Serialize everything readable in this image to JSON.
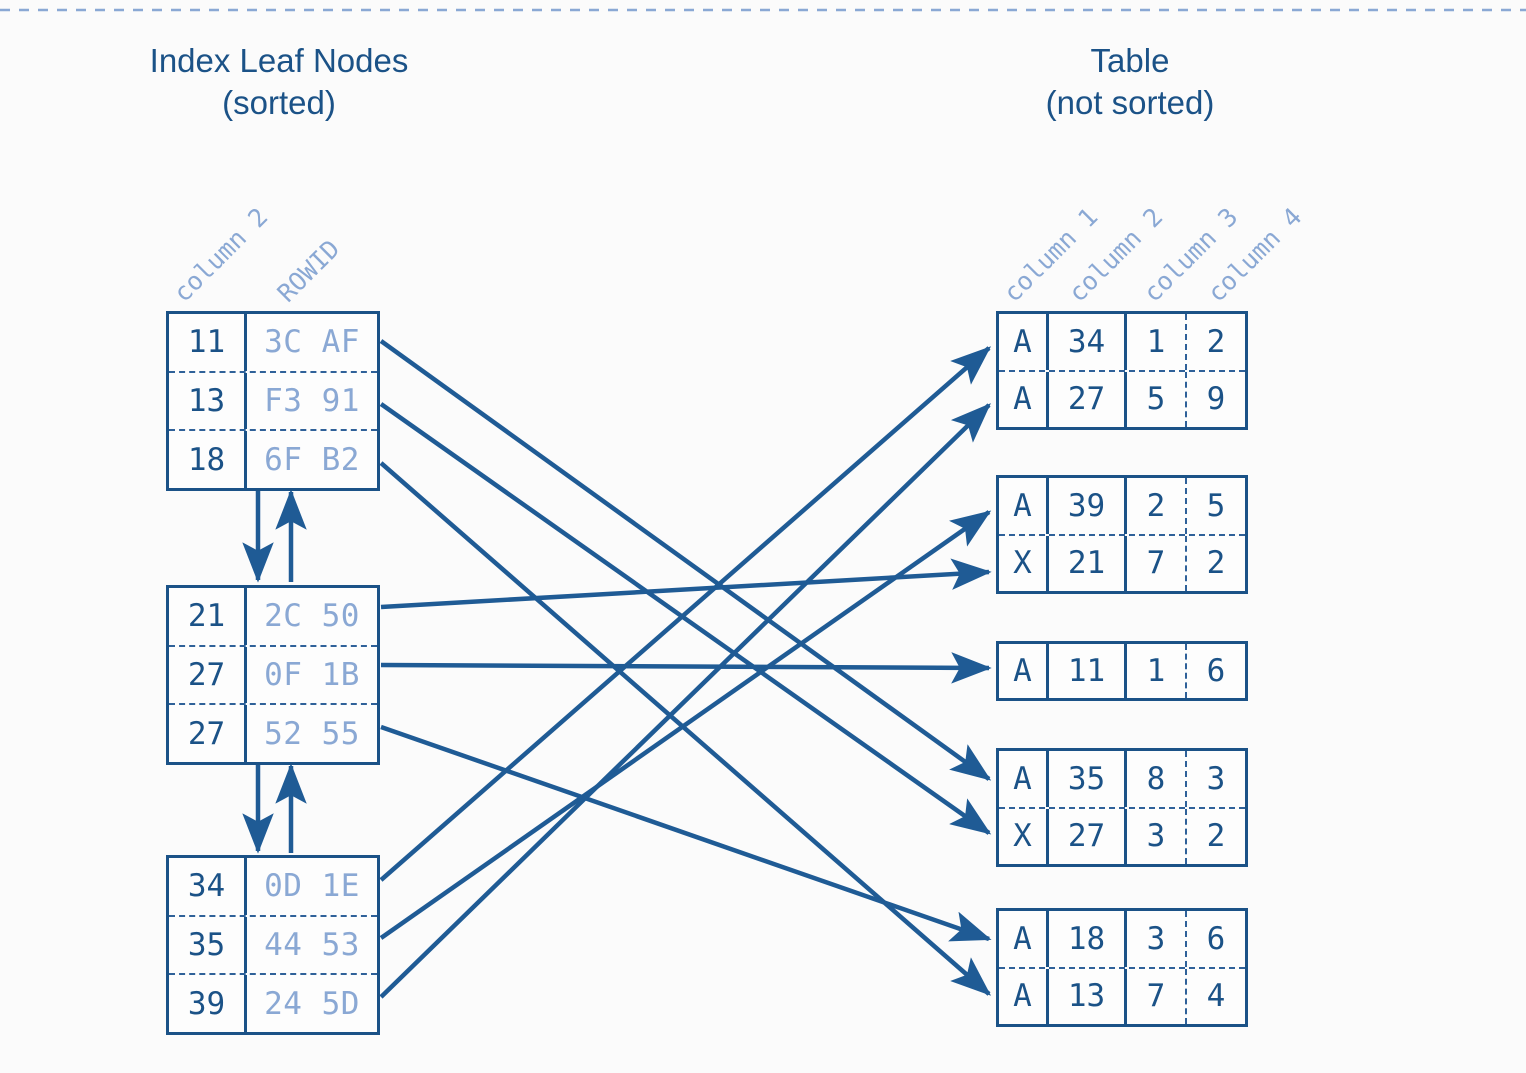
{
  "diagram": {
    "title_left": "Index Leaf Nodes\n(sorted)",
    "title_right": "Table\n(not sorted)",
    "colors": {
      "dark_blue": "#1b5287",
      "light_blue": "#8aa8d4",
      "background": "#fbfbfb",
      "line": "#1f5b95"
    },
    "top_rule": "dashed"
  },
  "index": {
    "column_labels": [
      "column 2",
      "ROWID"
    ],
    "blocks": [
      {
        "rows": [
          {
            "key": "11",
            "rowid": "3C AF"
          },
          {
            "key": "13",
            "rowid": "F3 91"
          },
          {
            "key": "18",
            "rowid": "6F B2"
          }
        ]
      },
      {
        "rows": [
          {
            "key": "21",
            "rowid": "2C 50"
          },
          {
            "key": "27",
            "rowid": "0F 1B"
          },
          {
            "key": "27",
            "rowid": "52 55"
          }
        ]
      },
      {
        "rows": [
          {
            "key": "34",
            "rowid": "0D 1E"
          },
          {
            "key": "35",
            "rowid": "44 53"
          },
          {
            "key": "39",
            "rowid": "24 5D"
          }
        ]
      }
    ],
    "links": [
      {
        "from_block": 0,
        "to_block": 1,
        "direction": "both"
      },
      {
        "from_block": 1,
        "to_block": 2,
        "direction": "both"
      }
    ]
  },
  "table": {
    "column_labels": [
      "column 1",
      "column 2",
      "column 3",
      "column 4"
    ],
    "blocks": [
      {
        "rows": [
          {
            "c1": "A",
            "c2": "34",
            "c3": "1",
            "c4": "2"
          },
          {
            "c1": "A",
            "c2": "27",
            "c3": "5",
            "c4": "9"
          }
        ]
      },
      {
        "rows": [
          {
            "c1": "A",
            "c2": "39",
            "c3": "2",
            "c4": "5"
          },
          {
            "c1": "X",
            "c2": "21",
            "c3": "7",
            "c4": "2"
          }
        ]
      },
      {
        "rows": [
          {
            "c1": "A",
            "c2": "11",
            "c3": "1",
            "c4": "6"
          }
        ]
      },
      {
        "rows": [
          {
            "c1": "A",
            "c2": "35",
            "c3": "8",
            "c4": "3"
          },
          {
            "c1": "X",
            "c2": "27",
            "c3": "3",
            "c4": "2"
          }
        ]
      },
      {
        "rows": [
          {
            "c1": "A",
            "c2": "18",
            "c3": "3",
            "c4": "6"
          },
          {
            "c1": "A",
            "c2": "13",
            "c3": "7",
            "c4": "4"
          }
        ]
      }
    ]
  },
  "pointers": [
    {
      "index_rowid": "3C AF",
      "target_row": "A 35 8 3"
    },
    {
      "index_rowid": "F3 91",
      "target_row": "X 27 3 2"
    },
    {
      "index_rowid": "6F B2",
      "target_row": "A 13 7 4"
    },
    {
      "index_rowid": "2C 50",
      "target_row": "X 21 7 2"
    },
    {
      "index_rowid": "0F 1B",
      "target_row": "A 11 1 6"
    },
    {
      "index_rowid": "52 55",
      "target_row": "A 18 3 6"
    },
    {
      "index_rowid": "0D 1E",
      "target_row": "A 34 1 2"
    },
    {
      "index_rowid": "44 53",
      "target_row": "A 39 2 5"
    },
    {
      "index_rowid": "24 5D",
      "target_row": "A 27 5 9"
    }
  ]
}
